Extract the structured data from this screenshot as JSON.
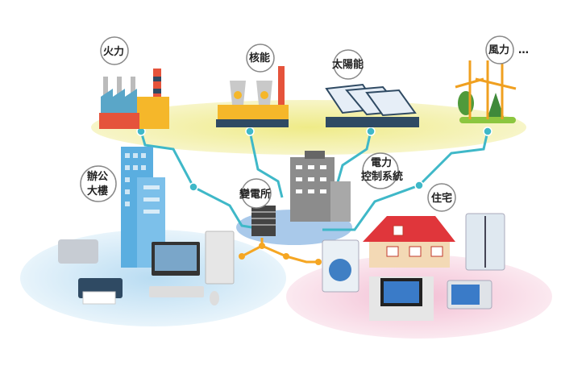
{
  "diagram": {
    "sources": {
      "thermal": "火力",
      "nuclear": "核能",
      "solar": "太陽能",
      "wind": "風力",
      "ellipsis": "…"
    },
    "office": [
      "辦公",
      "大樓"
    ],
    "substation": "變電所",
    "control": [
      "電力",
      "控制系統"
    ],
    "residence": "住宅"
  },
  "colors": {
    "grid_line": "#3fb8c8",
    "local_line": "#f5a623",
    "source_zone": "#f3efa6",
    "office_zone": "#cfe6f5",
    "home_zone": "#f7d6e4",
    "house_roof": "#e0363b"
  }
}
